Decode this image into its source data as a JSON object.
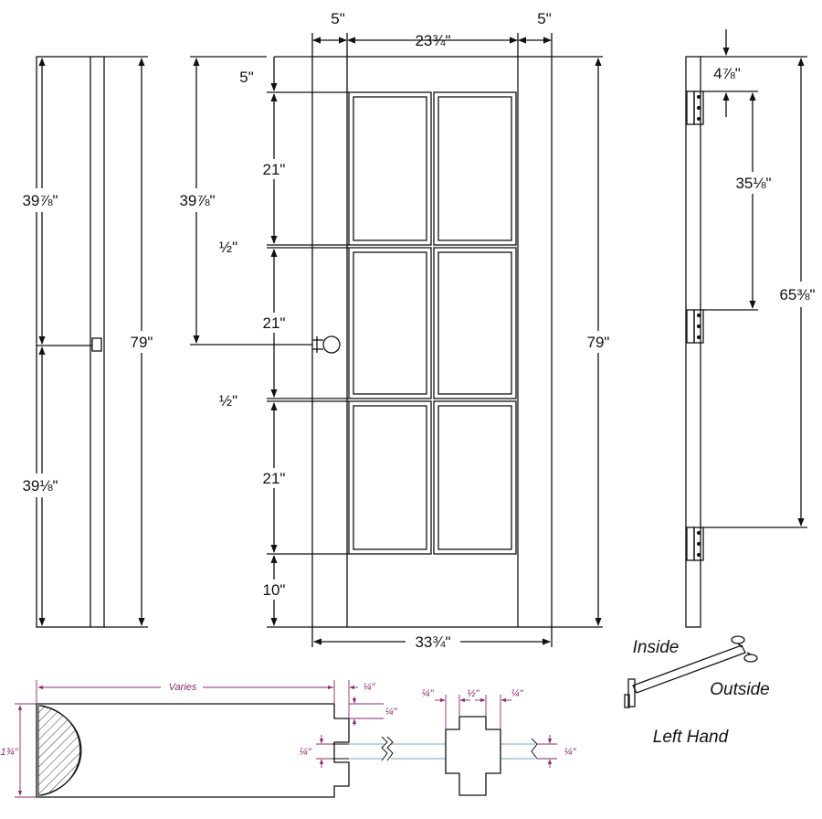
{
  "elevation": {
    "top_left_stile": "5\"",
    "top_width": "23¾\"",
    "top_right_stile": "5\"",
    "top_rail": "5\"",
    "panel1": "21\"",
    "mullion1": "½\"",
    "panel2": "21\"",
    "mullion2": "½\"",
    "panel3": "21\"",
    "bottom_rail": "10\"",
    "lock_height": "39⅞\"",
    "overall_height": "79\"",
    "overall_width": "33¾\""
  },
  "edge_view": {
    "upper": "39⅞\"",
    "lower": "39⅛\"",
    "overall": "79\""
  },
  "hinge_view": {
    "top_offset": "4⅞\"",
    "to_middle_hinge": "35⅛\"",
    "to_bottom_hinge": "65⅜\""
  },
  "swing": {
    "inside": "Inside",
    "outside": "Outside",
    "hand": "Left Hand"
  },
  "section": {
    "varies": "Varies",
    "thickness": "1¾\"",
    "quarter_a": "¼\"",
    "quarter_b": "¼\"",
    "quarter_c": "¼\"",
    "quarter_d": "¼\"",
    "muntin_left": "¼\"",
    "muntin_mid": "½\"",
    "muntin_right": "¼\"",
    "quarter_e": "¼\""
  },
  "colors": {
    "line": "#111111",
    "dimension_accent": "#8a2a6a",
    "glass_line": "#7aa7c7"
  }
}
